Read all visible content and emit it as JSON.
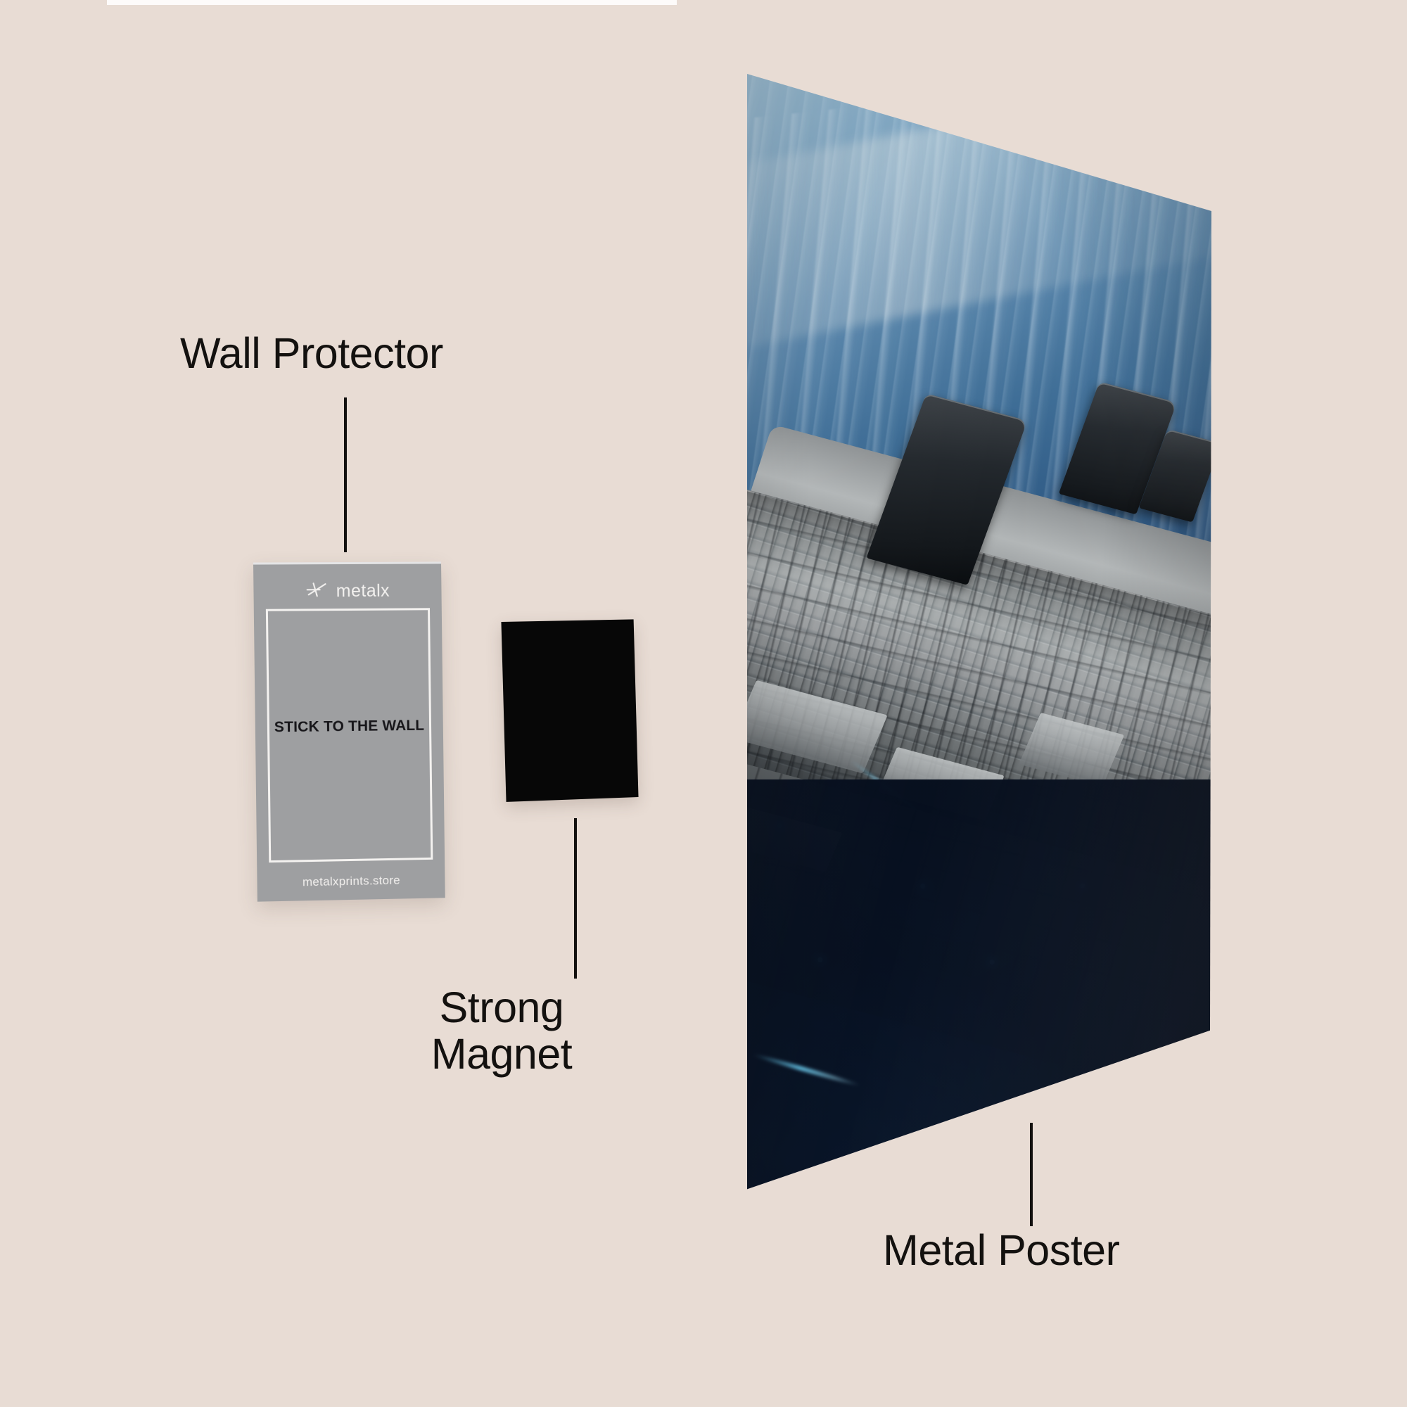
{
  "page": {
    "background_color": "#e8dcd4",
    "text_color": "#13110f"
  },
  "annotations": [
    {
      "id": "wall-protector",
      "label": "Wall Protector"
    },
    {
      "id": "strong-magnet",
      "label": "Strong\nMagnet"
    },
    {
      "id": "metal-poster",
      "label": "Metal Poster"
    }
  ],
  "labels": {
    "wall_protector": "Wall Protector",
    "strong_magnet": "Strong\nMagnet",
    "metal_poster": "Metal Poster"
  },
  "wall_protector_card": {
    "brand_name": "metalx",
    "logo_icon": "metalx-cross-mark-icon",
    "center_text": "STICK TO THE WALL",
    "website": "metalxprints.store",
    "card_color": "#9e9fa1",
    "frame_color": "#f4f2f0",
    "center_text_color": "#17161a"
  },
  "magnet": {
    "color": "#070707",
    "shape": "rectangle"
  },
  "metal_poster": {
    "artwork_subject": "science-fiction capital starship over blue atmosphere",
    "dominant_colors": [
      "#8fb4cc",
      "#2b5580",
      "#0c1f33",
      "#a9adae",
      "#6ed8ff"
    ],
    "accent_glow_color": "#6ed8ff"
  }
}
